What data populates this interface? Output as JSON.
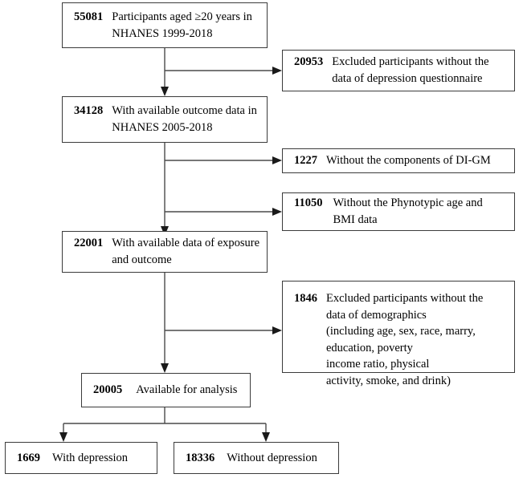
{
  "diagram": {
    "type": "participant-flow-chart",
    "title": "NHANES participant selection flow",
    "nodes": [
      {
        "id": "total-participants",
        "count": "55081",
        "text": "Participants aged ≥20 years in\nNHANES 1999-2018",
        "column": "main"
      },
      {
        "id": "excluded-no-depression-questionnaire",
        "count": "20953",
        "text": "Excluded participants without the\ndata of depression questionnaire",
        "column": "excluded"
      },
      {
        "id": "available-outcome-data",
        "count": "34128",
        "text": "With available outcome data in\nNHANES 2005-2018",
        "column": "main"
      },
      {
        "id": "excluded-no-digm",
        "count": "1227",
        "text": "Without the components of DI-GM",
        "column": "excluded"
      },
      {
        "id": "excluded-no-phenotypic-age-bmi",
        "count": "11050",
        "text": "Without the Phynotypic age and\nBMI data",
        "column": "excluded"
      },
      {
        "id": "available-exposure-outcome",
        "count": "22001",
        "text": "With available data of exposure\nand outcome",
        "column": "main"
      },
      {
        "id": "excluded-no-demographics",
        "count": "1846",
        "text": "Excluded participants without the\ndata of demographics\n(including age, sex, race, marry,\neducation, poverty\nincome ratio, physical\nactivity, smoke, and drink)",
        "column": "excluded"
      },
      {
        "id": "available-for-analysis",
        "count": "20005",
        "text": "Available for analysis",
        "column": "main"
      },
      {
        "id": "with-depression",
        "count": "1669",
        "text": "With depression",
        "column": "outcome-left"
      },
      {
        "id": "without-depression",
        "count": "18336",
        "text": "Without depression",
        "column": "outcome-right"
      }
    ],
    "colors": {
      "box_border": "#3b3b3b",
      "connector": "#4a4a4a",
      "arrowhead": "#1a1a1a",
      "text": "#000000",
      "background": "#ffffff"
    }
  }
}
